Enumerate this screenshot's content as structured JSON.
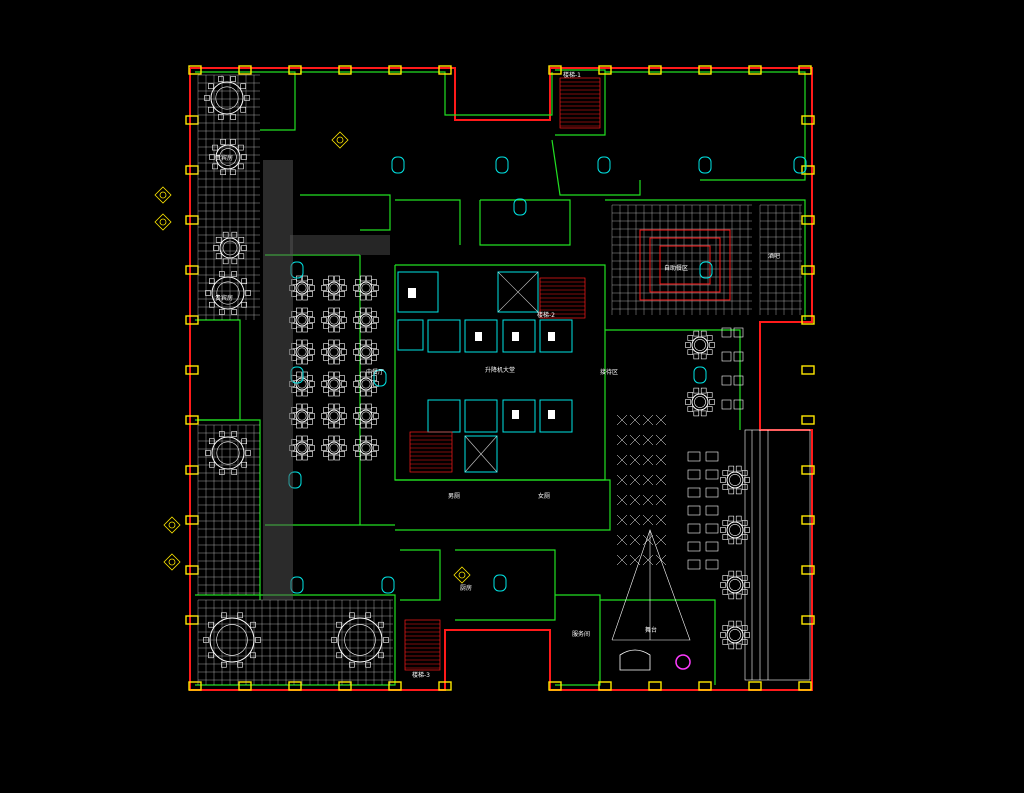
{
  "canvas": {
    "background": "#000000"
  },
  "colors": {
    "wall": "#ff1a1a",
    "partition": "#22e022",
    "furniture": "#ffffff",
    "column": "#ffe800",
    "fixture": "#00e5e5",
    "grid": "#c8c8c8",
    "accent": "#ff3cff"
  },
  "labels": {
    "main_hall": "升降机大堂",
    "restaurant": "中餐厅",
    "buffet": "自助餐区",
    "kitchen": "厨房",
    "stage": "舞台",
    "bar": "酒吧",
    "reception": "接待区",
    "private_room_a": "贵宾房",
    "private_room_b": "贵宾房",
    "male_wc": "男厕",
    "female_wc": "女厕",
    "service": "服务间",
    "stair_a": "楼梯-1",
    "stair_b": "楼梯-2",
    "stair_c": "楼梯-3"
  }
}
